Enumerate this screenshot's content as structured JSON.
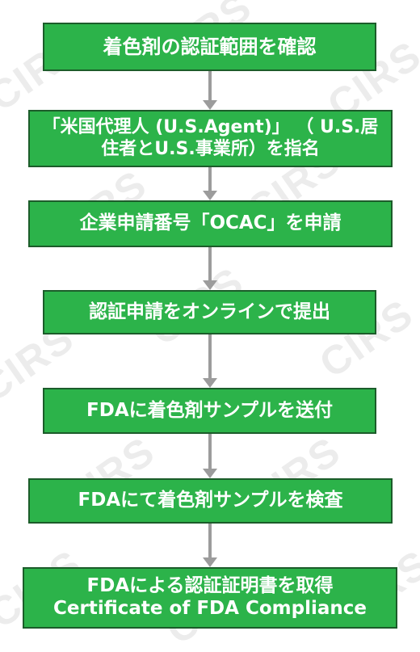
{
  "watermark": {
    "text": "CIRS"
  },
  "steps": [
    {
      "text": "着色剤の認証範囲を確認"
    },
    {
      "text": "「米国代理人 (U.S.Agent)」 （ U.S.居住者とU.S.事業所）を指名"
    },
    {
      "text": "企業申請番号「OCAC」を申請"
    },
    {
      "text": "認証申請をオンラインで提出"
    },
    {
      "text": "FDAに着色剤サンプルを送付"
    },
    {
      "text": "FDAにて着色剤サンプルを検査"
    },
    {
      "line1": "FDAによる認証証明書を取得",
      "line2": "Certificate of FDA Compliance"
    }
  ]
}
